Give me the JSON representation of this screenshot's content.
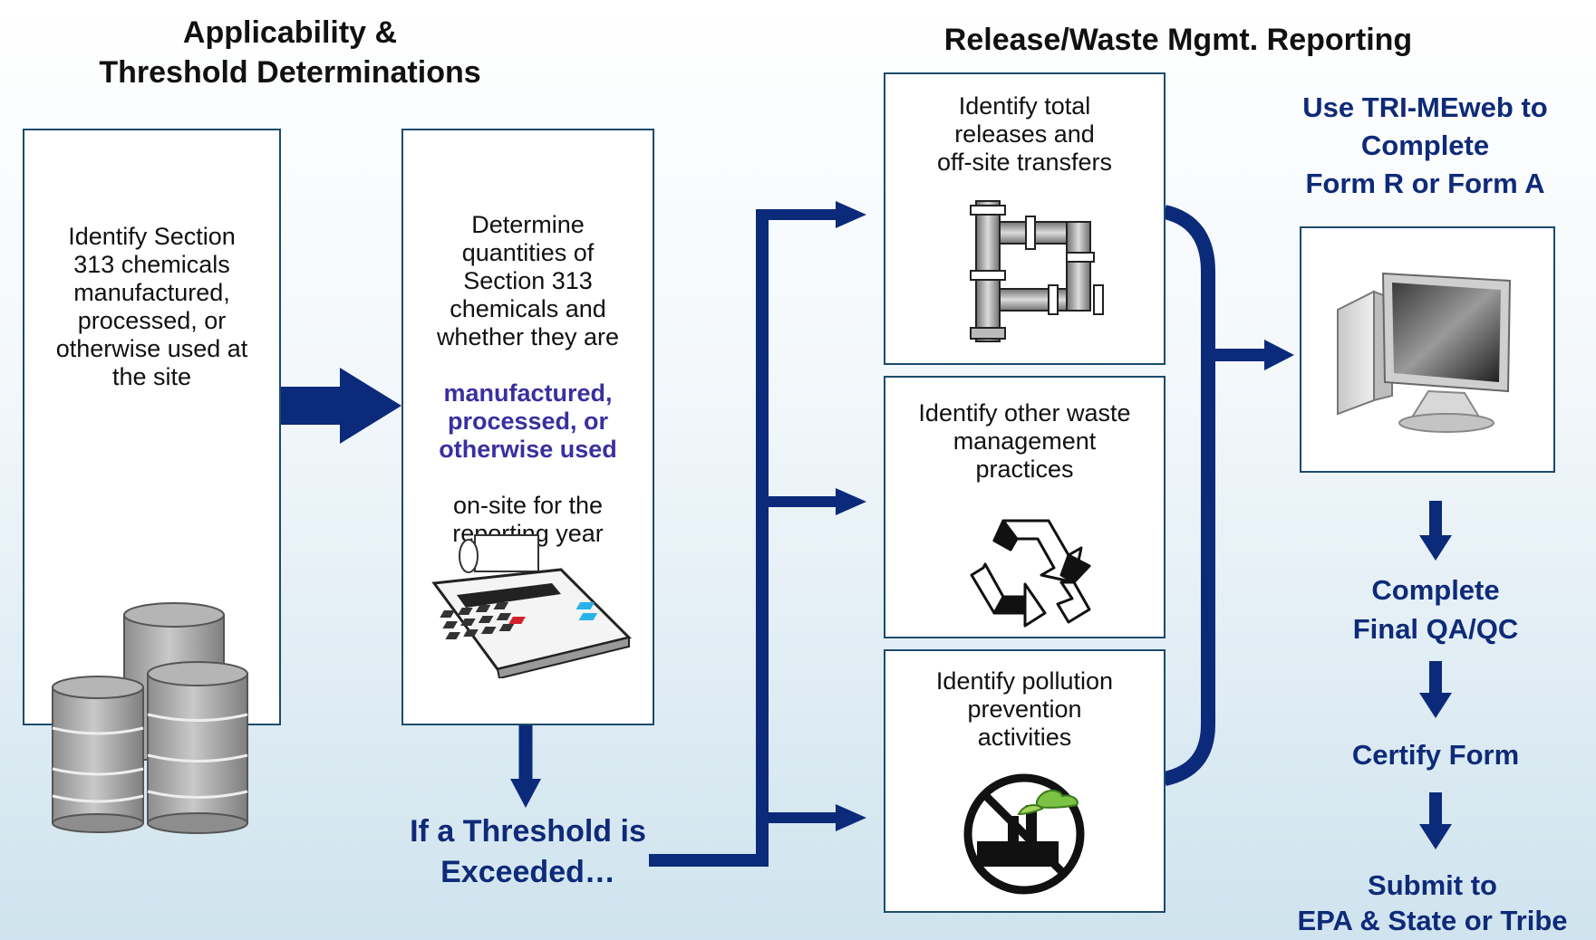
{
  "headings": {
    "left": "Applicability &\nThreshold Determinations",
    "right": "Release/Waste Mgmt. Reporting"
  },
  "boxes": {
    "identify_chemicals": "Identify Section\n313 chemicals\nmanufactured,\nprocessed, or\notherwise used at\nthe site",
    "determine_quantities": {
      "before": "Determine\nquantities of\nSection 313\nchemicals and\nwhether they are",
      "highlight": "manufactured,\nprocessed, or\notherwise used",
      "after": "on-site for the\nreporting year"
    },
    "releases": "Identify total\nreleases and\noff-site transfers",
    "waste_mgmt": "Identify other waste\nmanagement\npractices",
    "pollution_prevention": "Identify pollution\nprevention\nactivities"
  },
  "threshold_text": "If a Threshold is\nExceeded…",
  "steps": {
    "use_tri": "Use TRI-MEweb to\nComplete\nForm R or Form A",
    "qa": "Complete\nFinal QA/QC",
    "certify": "Certify Form",
    "submit": "Submit to\nEPA & State or Tribe"
  },
  "icons": [
    "barrels-icon",
    "calculator-icon",
    "pipes-icon",
    "recycle-icon",
    "no-pollution-icon",
    "computer-icon"
  ],
  "colors": {
    "arrow": "#0b2a7a",
    "navy_text": "#0e2a78",
    "highlight": "#3b2f9e",
    "box_border": "#1b4b6b"
  }
}
